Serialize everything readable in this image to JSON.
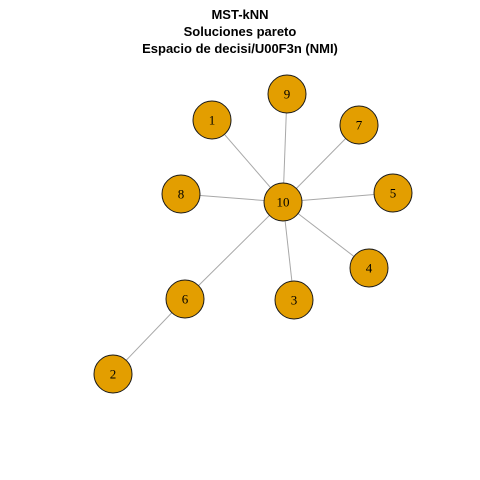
{
  "title": {
    "lines": [
      "MST-kNN",
      "Soluciones pareto",
      "Espacio de decisi/U00F3n (NMI)"
    ]
  },
  "colors": {
    "node_fill": "#e39e00",
    "node_border": "#1a1a1a",
    "edge": "#a8a8a8",
    "background": "#ffffff"
  },
  "graph": {
    "nodes": [
      {
        "id": "1",
        "label": "1"
      },
      {
        "id": "2",
        "label": "2"
      },
      {
        "id": "3",
        "label": "3"
      },
      {
        "id": "4",
        "label": "4"
      },
      {
        "id": "5",
        "label": "5"
      },
      {
        "id": "6",
        "label": "6"
      },
      {
        "id": "7",
        "label": "7"
      },
      {
        "id": "8",
        "label": "8"
      },
      {
        "id": "9",
        "label": "9"
      },
      {
        "id": "10",
        "label": "10"
      }
    ],
    "edges": [
      {
        "from": "10",
        "to": "1"
      },
      {
        "from": "10",
        "to": "9"
      },
      {
        "from": "10",
        "to": "7"
      },
      {
        "from": "10",
        "to": "8"
      },
      {
        "from": "10",
        "to": "5"
      },
      {
        "from": "10",
        "to": "4"
      },
      {
        "from": "10",
        "to": "3"
      },
      {
        "from": "10",
        "to": "6"
      },
      {
        "from": "6",
        "to": "2"
      }
    ]
  }
}
